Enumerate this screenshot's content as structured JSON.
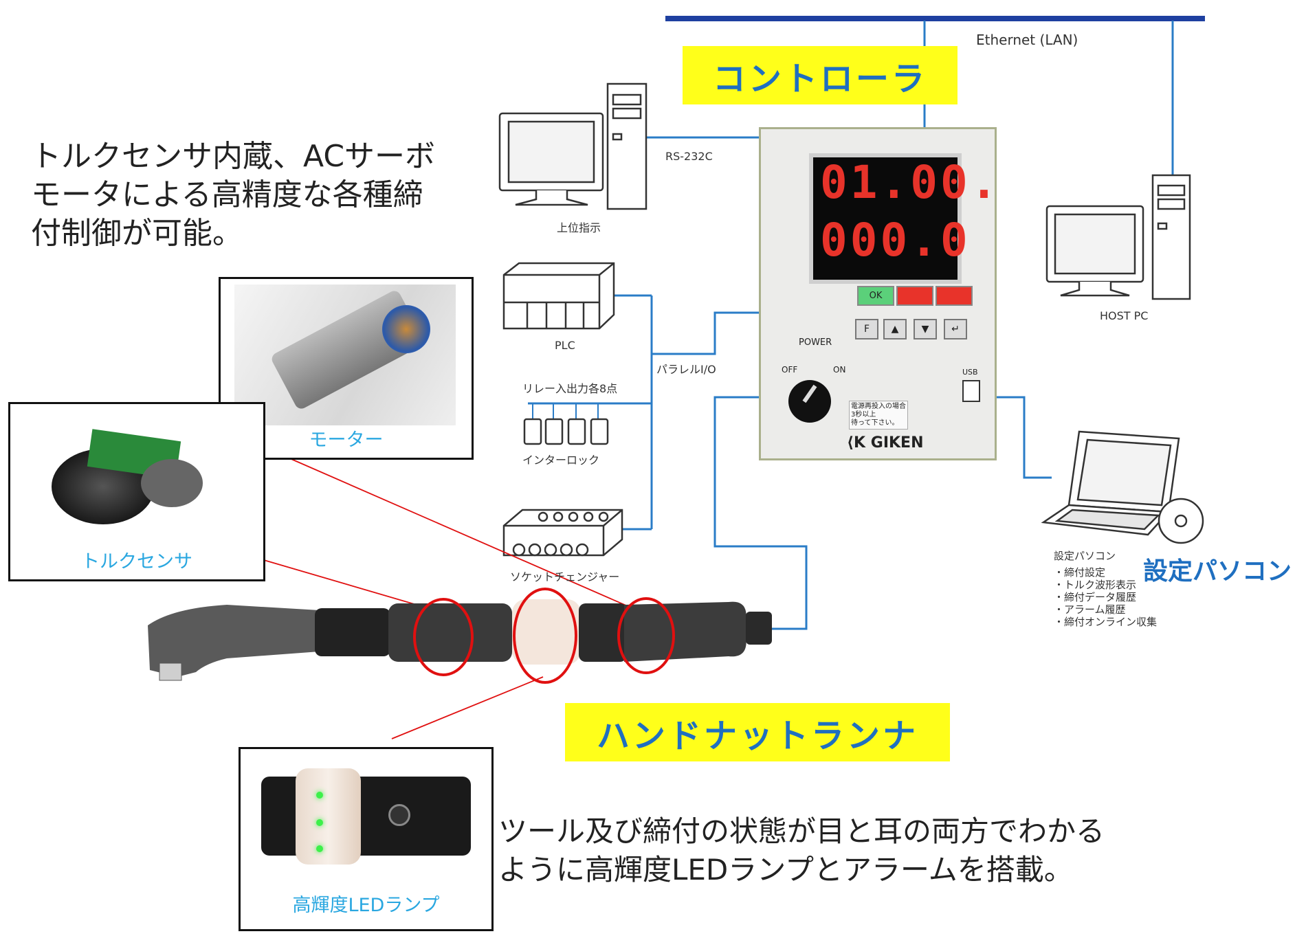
{
  "labels": {
    "controller": "コントローラ",
    "runner": "ハンドナットランナ",
    "pc_setting": "設定パソコン"
  },
  "network": {
    "ethernet": "Ethernet (LAN)",
    "rs232c": "RS-232C",
    "parallel_io": "パラレルI/O",
    "usb": "USB"
  },
  "devices": {
    "host_instruction": "上位指示",
    "host_pc": "HOST PC",
    "plc": "PLC",
    "relay": "リレー入出力各8点",
    "interlock": "インターロック",
    "socket_changer": "ソケットチェンジャー"
  },
  "controller_panel": {
    "display_top": "01.00.",
    "display_bottom": "000.0",
    "btn_ok": "OK",
    "btn_ng1": "",
    "btn_ng2": "",
    "power": "POWER",
    "off": "OFF",
    "on": "ON",
    "notice": "電源再投入の場合\n3秒以上\n待って下さい。",
    "brand": "GIKEN"
  },
  "setting_pc": {
    "title": "設定パソコン",
    "items": [
      "・締付設定",
      "・トルク波形表示",
      "・締付データ履歴",
      "・アラーム履歴",
      "・締付オンライン収集"
    ]
  },
  "descriptions": {
    "sensor_line1": "トルクセンサ内蔵、ACサーボ",
    "sensor_line2": "モータによる高精度な各種締",
    "sensor_line3": "付制御が可能。",
    "led_line1": "ツール及び締付の状態が目と耳の両方でわかる",
    "led_line2": "ように高輝度LEDランプとアラームを搭載。"
  },
  "captions": {
    "motor": "モーター",
    "torque_sensor": "トルクセンサ",
    "led_lamp": "高輝度LEDランプ"
  },
  "colors": {
    "line_blue": "#2a7cc7",
    "label_yellow": "#ffff1a",
    "label_text": "#1f6fc0",
    "callout_red": "#e01010"
  }
}
